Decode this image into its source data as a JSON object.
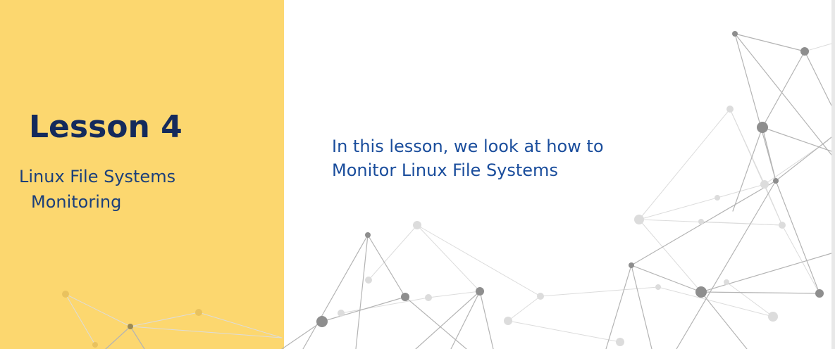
{
  "slide": {
    "lesson_title": "Lesson 4",
    "subtitle_line1": "Linux File Systems",
    "subtitle_line2": "Monitoring",
    "intro_line1": "In this lesson, we look at how to",
    "intro_line2": "Monitor Linux File Systems"
  },
  "colors": {
    "panel_background": "#fcd76f",
    "title": "#142a5c",
    "subtitle": "#1b3f7a",
    "intro_text": "#1a4d9c"
  },
  "decoration": {
    "graphic": "network-lines-background"
  }
}
